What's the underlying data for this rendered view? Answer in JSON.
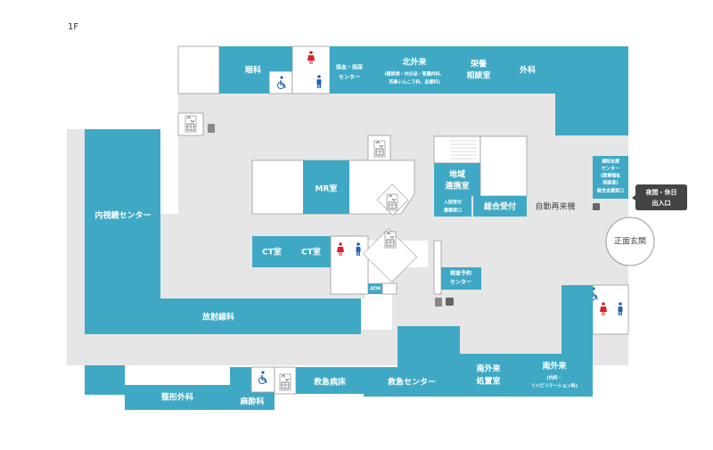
{
  "floor_label": "1F",
  "rooms": {
    "ophthalmology": "眼科",
    "blood_collection": [
      "採血・採尿",
      "センター"
    ],
    "north_outpatient": [
      "北外来",
      "(糖尿病・内分泌・腎臓内科、",
      "耳鼻いんこう科、皮膚科)"
    ],
    "nutrition": [
      "栄養",
      "相談室"
    ],
    "surgery": "外科",
    "endoscopy": "内視鏡センター",
    "mr": "MR室",
    "ct1": "CT室",
    "ct2": "CT室",
    "regional": [
      "地域",
      "連携室"
    ],
    "admission": [
      "入院受付",
      "書類窓口"
    ],
    "general_reception": "総合受付",
    "auto_revisit": "自動再来機",
    "consult_support": [
      "通院支援",
      "センター",
      "(医療福祉",
      "相談室)",
      "総合支援窓口"
    ],
    "night_entrance": [
      "夜間・休日",
      "出入口"
    ],
    "main_entrance": "正面玄関",
    "exam_reservation": [
      "検査予約",
      "センター"
    ],
    "atm": "ATM",
    "radiology": "放射線科",
    "orthopedics": "整形外科",
    "anesthesiology": "麻酔科",
    "emergency_ward": "救急病床",
    "emergency_center": "救急センター",
    "south_treatment": [
      "南外来",
      "処置室"
    ],
    "south_outpatient": [
      "南外来",
      "(内科・",
      "リハビリテーション科)"
    ]
  },
  "colors": {
    "room": "#3fa9c5",
    "corridor": "#e6e6e6",
    "male": "#1f63ad",
    "female": "#d8232a",
    "callout": "#444444"
  },
  "icons": [
    "wheelchair-icon",
    "female-restroom-icon",
    "male-restroom-icon",
    "elevator-icon",
    "phone-icon",
    "locker-icon",
    "stairs-icon"
  ]
}
